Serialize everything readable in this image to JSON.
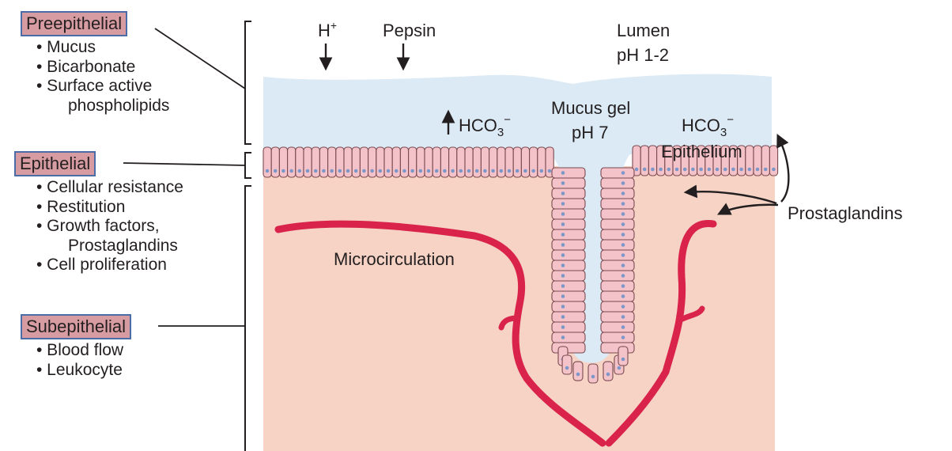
{
  "colors": {
    "lumen": "#dbeaf5",
    "tissue": "#f6d3c4",
    "cell_fill": "#f3c3c9",
    "cell_outline": "#7b4a4f",
    "nucleus": "#7d97c8",
    "vessel": "#d9234a",
    "label_box": "#d79ca2",
    "label_border": "#4a6da8"
  },
  "left_panel": {
    "preepithelial": {
      "title": "Preepithelial",
      "items": [
        "• Mucus",
        "• Bicarbonate",
        "• Surface active"
      ],
      "continuation": "phospholipids"
    },
    "epithelial": {
      "title": "Epithelial",
      "items": [
        "• Cellular resistance",
        "• Restitution",
        "• Growth factors,"
      ],
      "continuation": "Prostaglandins",
      "last_item": "• Cell proliferation"
    },
    "subepithelial": {
      "title": "Subepithelial",
      "items": [
        "• Blood flow",
        "• Leukocyte"
      ]
    }
  },
  "diagram": {
    "h_plus": "H",
    "h_plus_sup": "+",
    "pepsin": "Pepsin",
    "lumen": "Lumen",
    "lumen_ph": "pH 1-2",
    "hco3_left": "HCO",
    "hco3_right": "HCO",
    "hco3_sub": "3",
    "hco3_sup": "−",
    "mucus_gel": "Mucus gel",
    "mucus_ph": "pH 7",
    "epithelium": "Epithelium",
    "prostaglandins": "Prostaglandins",
    "microcirculation": "Microcirculation"
  }
}
